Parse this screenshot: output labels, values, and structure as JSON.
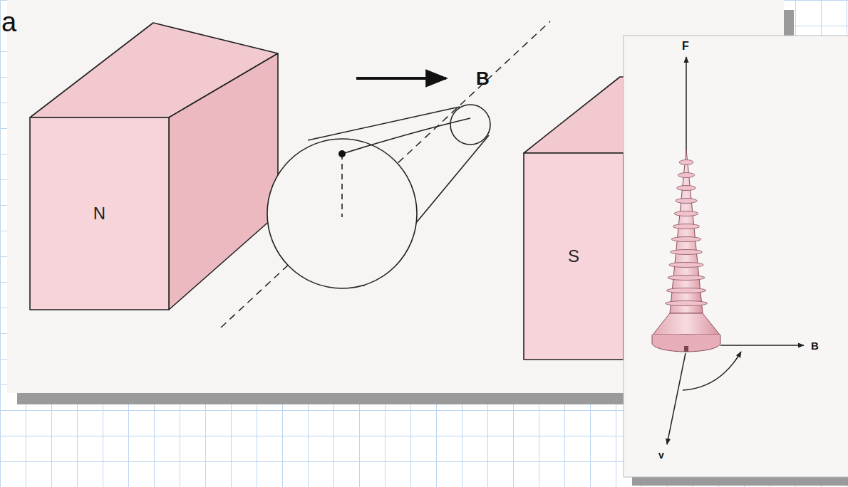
{
  "diagram": {
    "nodes": [
      {
        "text": [
          "N"
        ]
      },
      {
        "text": [
          "S"
        ]
      }
    ],
    "labels": [
      "a",
      "B",
      "F",
      "B",
      "v"
    ]
  }
}
